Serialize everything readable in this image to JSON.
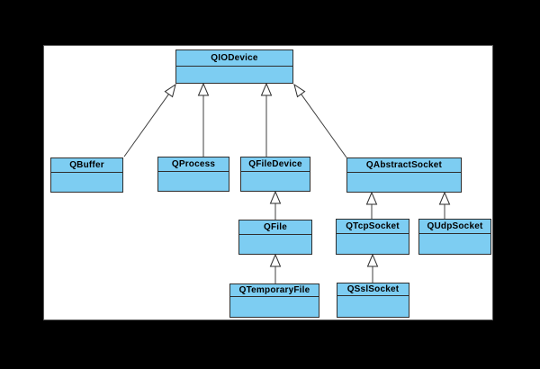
{
  "colors": {
    "background": "#000000",
    "canvas": "#ffffff",
    "node_fill": "#7dcdf2",
    "node_border": "#2e2e2e",
    "edge_line": "#3f3f3f",
    "arrowhead_fill": "#ffffff"
  },
  "diagram": {
    "kind": "uml-class-inheritance",
    "nodes": [
      {
        "id": "qiodevice",
        "label": "QIODevice"
      },
      {
        "id": "qbuffer",
        "label": "QBuffer"
      },
      {
        "id": "qprocess",
        "label": "QProcess"
      },
      {
        "id": "qfiledevice",
        "label": "QFileDevice"
      },
      {
        "id": "qabstractsocket",
        "label": "QAbstractSocket"
      },
      {
        "id": "qfile",
        "label": "QFile"
      },
      {
        "id": "qtcpsocket",
        "label": "QTcpSocket"
      },
      {
        "id": "qudpsocket",
        "label": "QUdpSocket"
      },
      {
        "id": "qtemporaryfile",
        "label": "QTemporaryFile"
      },
      {
        "id": "qsslsocket",
        "label": "QSslSocket"
      }
    ],
    "edges": [
      {
        "child": "QBuffer",
        "parent": "QIODevice",
        "type": "inheritance"
      },
      {
        "child": "QProcess",
        "parent": "QIODevice",
        "type": "inheritance"
      },
      {
        "child": "QFileDevice",
        "parent": "QIODevice",
        "type": "inheritance"
      },
      {
        "child": "QAbstractSocket",
        "parent": "QIODevice",
        "type": "inheritance"
      },
      {
        "child": "QFile",
        "parent": "QFileDevice",
        "type": "inheritance"
      },
      {
        "child": "QTcpSocket",
        "parent": "QAbstractSocket",
        "type": "inheritance"
      },
      {
        "child": "QUdpSocket",
        "parent": "QAbstractSocket",
        "type": "inheritance"
      },
      {
        "child": "QTemporaryFile",
        "parent": "QFile",
        "type": "inheritance"
      },
      {
        "child": "QSslSocket",
        "parent": "QTcpSocket",
        "type": "inheritance"
      }
    ]
  }
}
